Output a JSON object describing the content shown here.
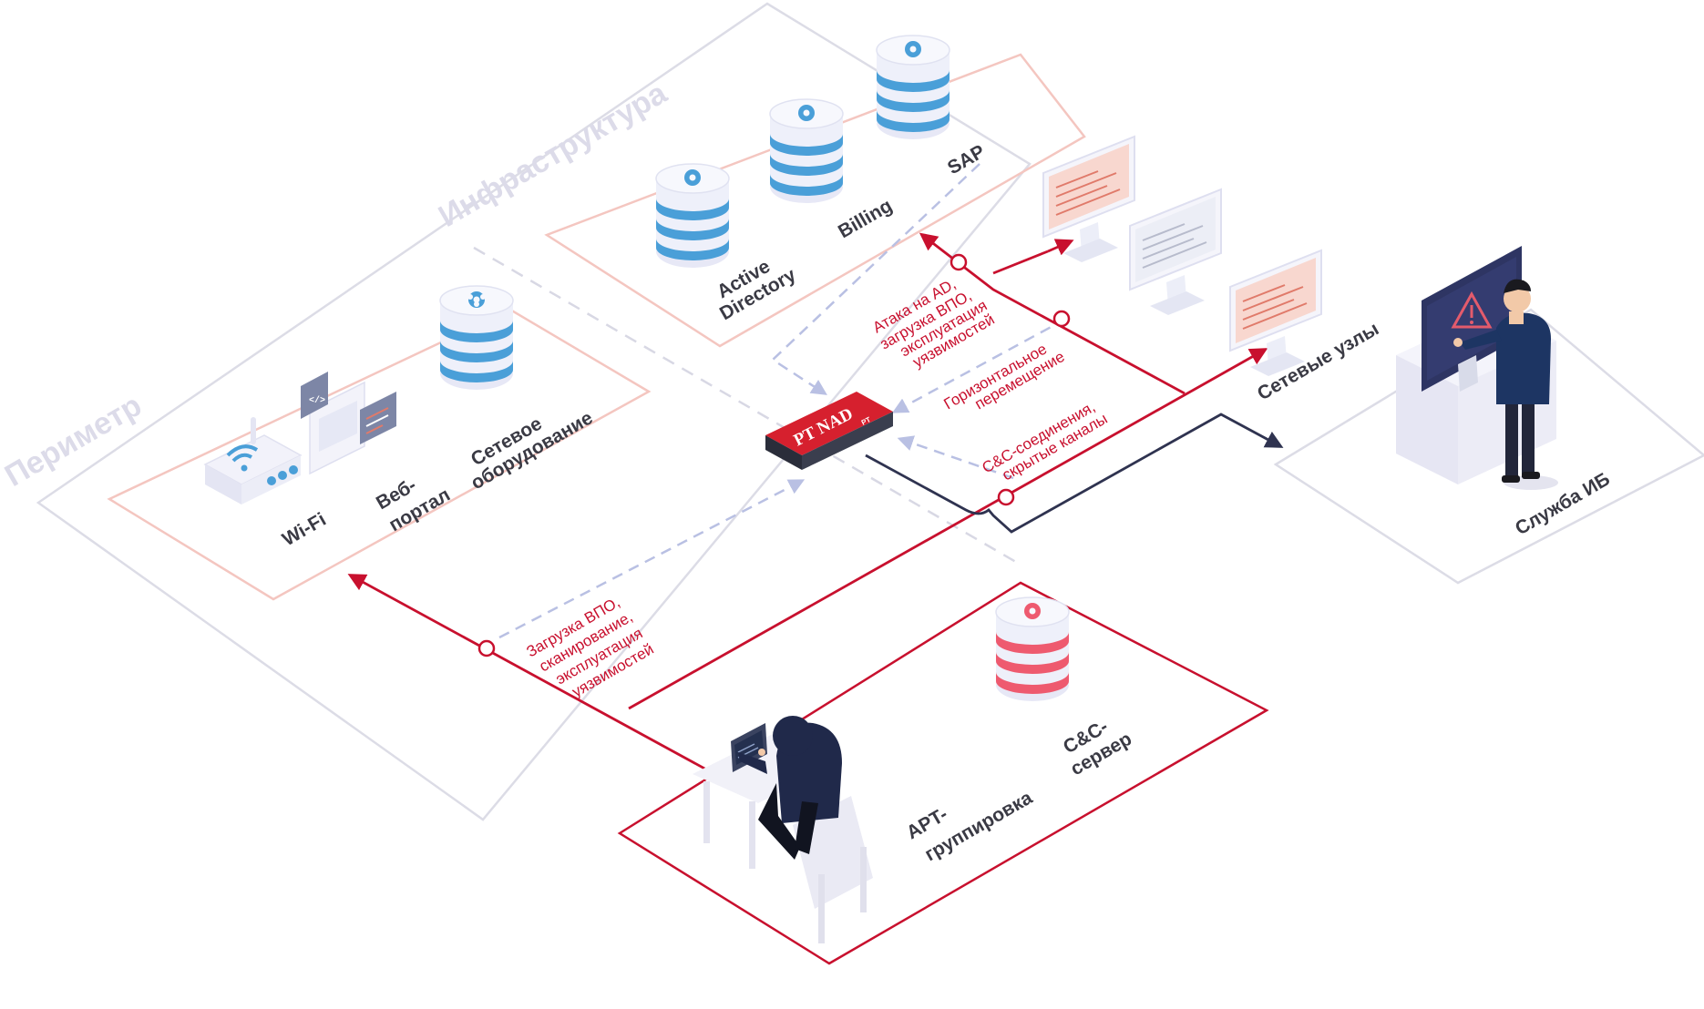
{
  "zones": {
    "perimeter": "Периметр",
    "infrastructure": "Инфраструктура"
  },
  "perimeter_nodes": {
    "wifi": "Wi-Fi",
    "web_portal": [
      "Веб-",
      "портал"
    ],
    "network_equipment": [
      "Сетевое",
      "оборудование"
    ]
  },
  "infrastructure_nodes": {
    "active_directory": [
      "Active",
      "Directory"
    ],
    "billing": "Billing",
    "sap": "SAP"
  },
  "network_hosts": "Сетевые узлы",
  "sensor": {
    "name": "PT NAD",
    "badge": "PT"
  },
  "security_team": "Служба ИБ",
  "attacker": {
    "group": [
      "APT-",
      "группировка"
    ],
    "cc_server": [
      "C&C-",
      "сервер"
    ]
  },
  "flows": {
    "ad_attack": [
      "Атака на AD,",
      "загрузка ВПО,",
      "эксплуатация",
      "уязвимостей"
    ],
    "lateral_movement": [
      "Горизонтальное",
      "перемещение"
    ],
    "cc_channels": [
      "C&C-соединения,",
      "скрытые каналы"
    ],
    "initial_access": [
      "Загрузка ВПО,",
      "сканирование,",
      "эксплуатация",
      "уязвимостей"
    ]
  },
  "colors": {
    "attack_red": "#c8102e",
    "mirror_blue": "#b9c0e3",
    "alert_navy": "#2f3350",
    "zone_outline": "#dcdce6",
    "db_blue": "#4a9fd8",
    "db_red": "#ee5a6f"
  },
  "icons": [
    "wifi-router-icon",
    "web-portal-icon",
    "database-icon",
    "monitor-icon",
    "alert-triangle-icon",
    "gear-icon",
    "hacker-icon",
    "analyst-icon"
  ]
}
